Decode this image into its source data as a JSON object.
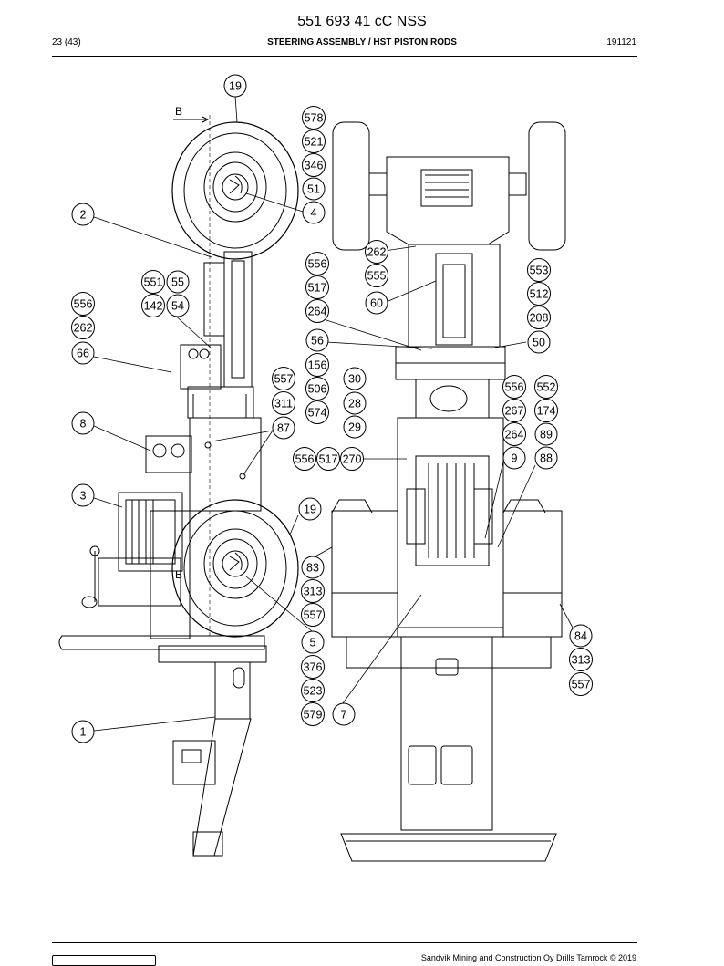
{
  "header": {
    "document_number": "551 693 41 cC NSS",
    "page_indicator": "23 (43)",
    "section_title": "STEERING ASSEMBLY / HST PISTON RODS",
    "date_code": "191121"
  },
  "footer": {
    "copyright": "Sandvik Mining and Construction Oy Drills Tamrock © 2019"
  },
  "diagram": {
    "view_marker": "B",
    "callouts": [
      "19",
      "2",
      "551",
      "55",
      "556",
      "142",
      "54",
      "262",
      "66",
      "8",
      "3",
      "578",
      "521",
      "346",
      "51",
      "4",
      "556",
      "517",
      "264",
      "56",
      "156",
      "557",
      "311",
      "87",
      "506",
      "574",
      "30",
      "28",
      "29",
      "556",
      "517",
      "270",
      "262",
      "555",
      "60",
      "553",
      "512",
      "208",
      "50",
      "556",
      "552",
      "267",
      "174",
      "264",
      "89",
      "9",
      "88",
      "19",
      "83",
      "313",
      "557",
      "5",
      "376",
      "523",
      "579",
      "7",
      "84",
      "313",
      "557",
      "1"
    ]
  }
}
